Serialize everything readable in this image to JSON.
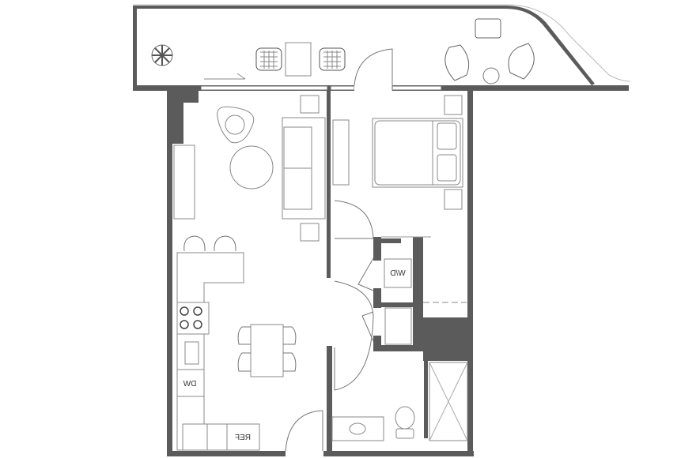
{
  "plan": {
    "labels": {
      "washer_dryer": "W/D",
      "dishwasher": "DW",
      "refrigerator": "REF"
    },
    "wall_color": "#5b5b5b",
    "labels_mirrored": true
  }
}
